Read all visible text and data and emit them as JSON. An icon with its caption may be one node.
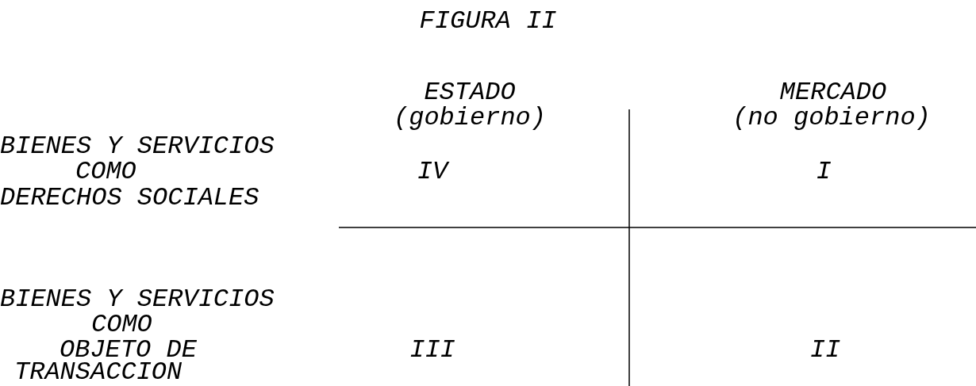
{
  "diagram": {
    "title": "FIGURA II",
    "labels": [
      "ESTADO",
      "MERCADO",
      "(gobierno)",
      "(no gobierno)",
      "BIENES Y SERVICIOS",
      "COMO",
      "IV",
      "I",
      "DERECHOS SOCIALES",
      "BIENES Y SERVICIOS",
      "COMO",
      "OBJETO DE",
      "III",
      "II",
      "TRANSACCION"
    ]
  }
}
